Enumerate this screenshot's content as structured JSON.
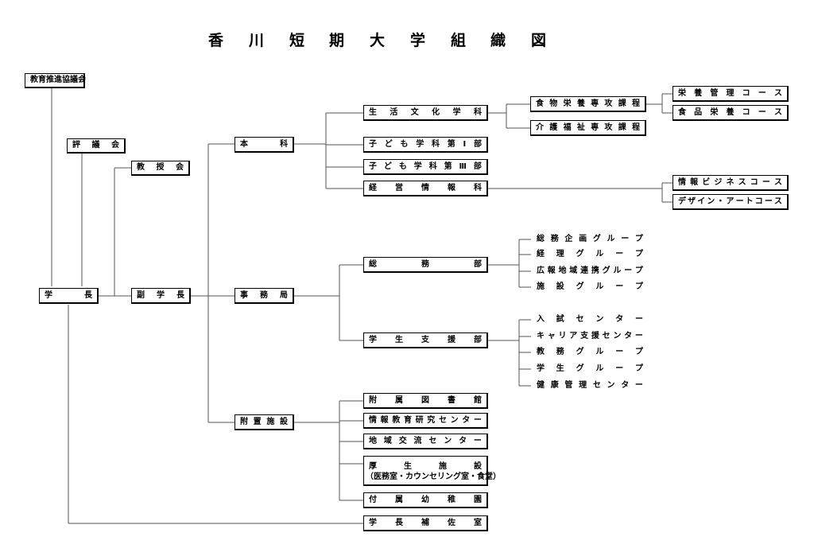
{
  "title": "香川短期大学組織図",
  "nodes": {
    "kyoiku_suishin": "教育推進協議会",
    "hyogikai": "評議会",
    "kyojukai": "教授会",
    "gakucho": "学長",
    "fukugakucho": "副学長",
    "honka": "本科",
    "jimukyoku": "事務局",
    "fuchi_shisetsu": "附置施設",
    "seikatsu_bunka": "生活文化学科",
    "kodomo_1": "子ども学科第Ⅰ部",
    "kodomo_3": "子ども学科第Ⅲ部",
    "keiei_joho": "経営情報科",
    "shokumotsu": "食物栄養専攻課程",
    "kaigo": "介護福祉専攻課程",
    "eiyo_kanri": "栄養管理コース",
    "shokuhin_eiyo": "食品栄養コース",
    "joho_business": "情報ビジネスコース",
    "design_art": "デザイン・アートコース",
    "somubu": "総務部",
    "gakusei_shienbu": "学生支援部",
    "toshokan": "附属図書館",
    "joho_kyoiku": "情報教育研究センター",
    "chiiki_koryu": "地域交流センター",
    "kosei_shisetsu": "厚生施設",
    "kosei_detail": "（医務室・カウンセリング室・食堂）",
    "yochien": "付属幼稚園",
    "gakucho_hosa": "学長補佐室"
  },
  "somu_groups": [
    "総務企画グループ",
    "経理グループ",
    "広報地域連携グループ",
    "施設グループ"
  ],
  "shien_groups": [
    "入試センター",
    "キャリア支援センター",
    "教務グループ",
    "学生グループ",
    "健康管理センター"
  ]
}
